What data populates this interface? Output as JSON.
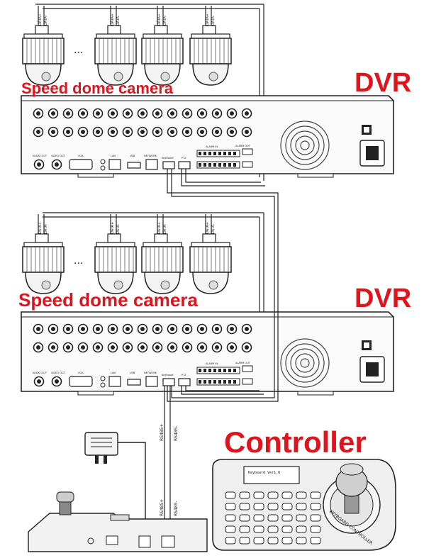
{
  "labels": {
    "camera_1": "Speed dome camera",
    "camera_2": "Speed dome camera",
    "dvr_1": "DVR",
    "dvr_2": "DVR",
    "controller": "Controller"
  },
  "camera_tags": {
    "data_plus": "DATA+",
    "data_minus": "DATA-"
  },
  "ellipsis": "...",
  "wire_labels": {
    "rs485_plus": "RS485+",
    "rs485_minus": "RS485-"
  },
  "dvr_panel": {
    "audio_out": "AUDIO OUT",
    "video_out": "VIDEO OUT",
    "vga": "VGA",
    "usb": "USB",
    "lan": "LAN",
    "network": "NETWORK",
    "keyboard": "Keyboard",
    "ptz": "PTZ",
    "alarm_in": "ALARM IN",
    "alarm_out": "ALARM OUT"
  },
  "keyboard_screen": "Keyboard Ver1.0",
  "keyboard_brand": "KEYBOARD CONTROLLER",
  "colors": {
    "label_red": "#e0141c",
    "line": "#222222",
    "device_fill": "#f2f2f2"
  }
}
